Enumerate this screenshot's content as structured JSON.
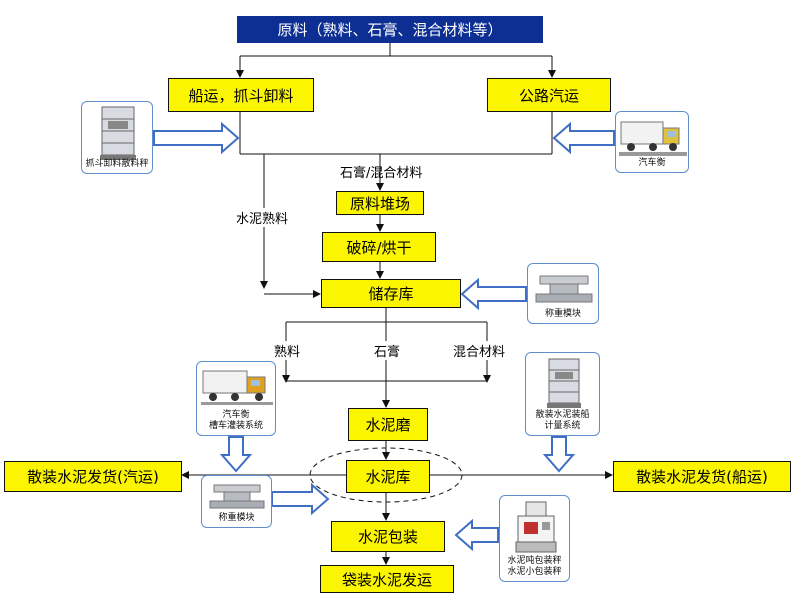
{
  "title": "原料（熟料、石膏、混合材料等）",
  "boxes": {
    "ship": "船运，抓斗卸料",
    "road": "公路汽运",
    "raw_yard": "原料堆场",
    "crush": "破碎/烘干",
    "storage": "储存库",
    "mill": "水泥磨",
    "silo": "水泥库",
    "bulk_truck": "散装水泥发货(汽运)",
    "bulk_ship": "散装水泥发货(船运)",
    "pack": "水泥包装",
    "bag_ship": "袋装水泥发运"
  },
  "labels": {
    "gypsum_mix": "石膏/混合材料",
    "cement_clinker": "水泥熟料",
    "clinker": "熟料",
    "gypsum": "石膏",
    "mix": "混合材料"
  },
  "cards": {
    "grab_scale": [
      "抓斗卸料散料秤"
    ],
    "truck_scale_top": [
      "汽车衡"
    ],
    "weigh_module_1": [
      "称重模块"
    ],
    "tanker_system": [
      "汽车衡",
      "槽车灌装系统"
    ],
    "ship_metering": [
      "散装水泥装船",
      "计量系统"
    ],
    "weigh_module_2": [
      "称重模块"
    ],
    "packing_scale": [
      "水泥吨包装秤",
      "水泥小包装秤"
    ]
  },
  "colors": {
    "title_bg": "#0d2f93",
    "box_fill": "#fbf500",
    "card_border": "#5f8ecb",
    "hollow_arrow": "#3f6fc4"
  }
}
